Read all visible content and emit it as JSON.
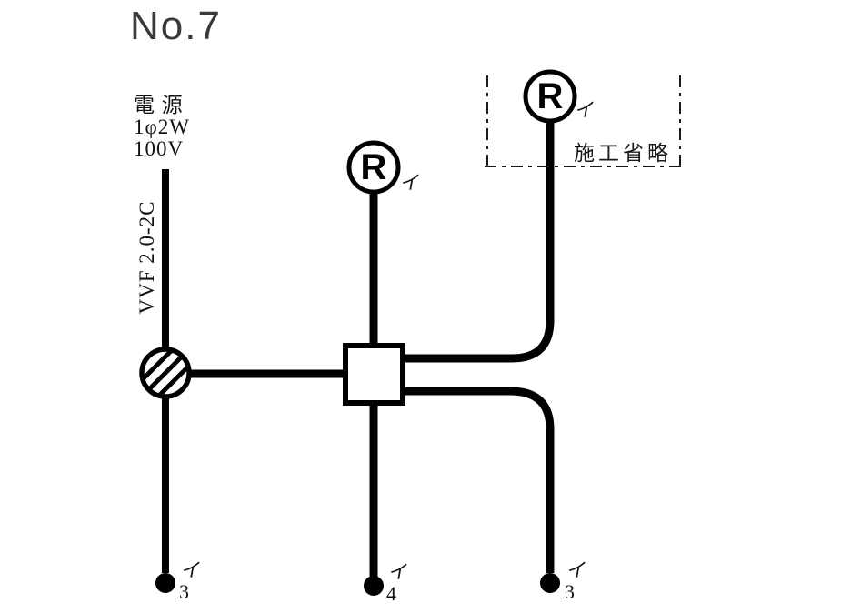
{
  "title": "No.7",
  "power_source": {
    "label": "電 源",
    "phase": "1φ2W",
    "voltage": "100V"
  },
  "cable": {
    "label": "VVF 2.0-2C"
  },
  "omission_box": {
    "label": "施工省略"
  },
  "lamps": {
    "middle": {
      "symbol": "R",
      "branch": "イ"
    },
    "top_right": {
      "symbol": "R",
      "branch": "イ"
    }
  },
  "terminals": {
    "left": {
      "branch": "イ",
      "count": "3"
    },
    "middle": {
      "branch": "イ",
      "count": "4"
    },
    "right": {
      "branch": "イ",
      "count": "3"
    }
  },
  "colors": {
    "line": "#000000",
    "title": "#3a3a3a",
    "ink": "#111111"
  }
}
